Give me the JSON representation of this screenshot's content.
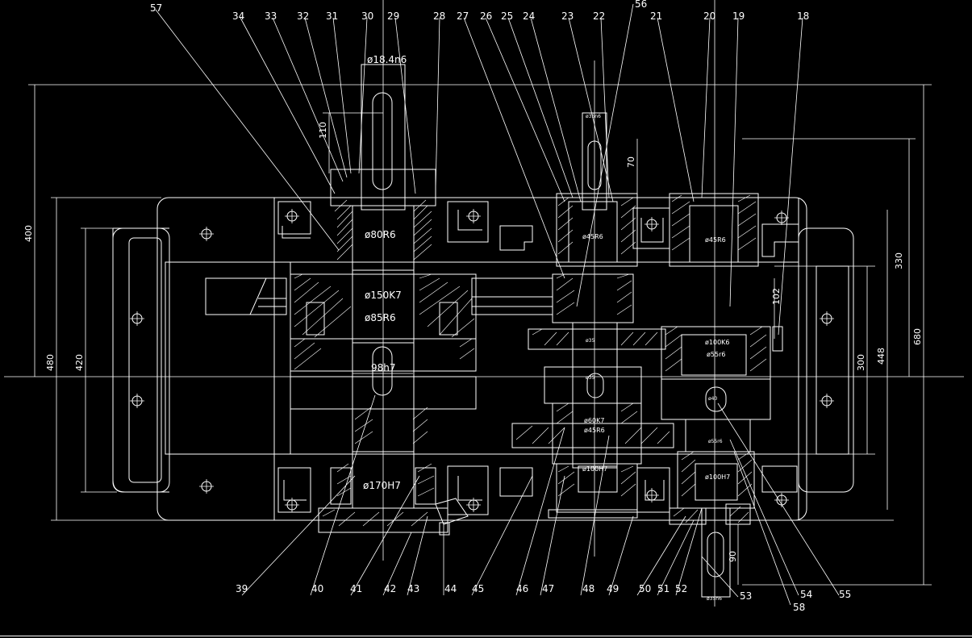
{
  "part_numbers": {
    "n57": "57",
    "n34": "34",
    "n33": "33",
    "n32": "32",
    "n31": "31",
    "n30": "30",
    "n29": "29",
    "n28": "28",
    "n27": "27",
    "n26": "26",
    "n25": "25",
    "n24": "24",
    "n23": "23",
    "n22": "22",
    "n56": "56",
    "n21": "21",
    "n20": "20",
    "n19": "19",
    "n18": "18",
    "n39": "39",
    "n40": "40",
    "n41": "41",
    "n42": "42",
    "n43": "43",
    "n44": "44",
    "n45": "45",
    "n46": "46",
    "n47": "47",
    "n48": "48",
    "n49": "49",
    "n50": "50",
    "n51": "51",
    "n52": "52",
    "n53": "53",
    "n58": "58",
    "n54": "54",
    "n55": "55"
  },
  "fits": {
    "input_shaft": "ø18.4n6",
    "bearing_top": "ø80R6",
    "gear_bore": "ø150K7",
    "shaft_seat": "ø85R6",
    "output_shaft": "98h7",
    "bottom_bore": "ø170H7",
    "mid_shaft_top": "ø35n6",
    "mid_bearing": "ø45R6",
    "right_bearing": "ø45R6",
    "mid_bore": "ø100K6",
    "right_seat": "ø55r6",
    "lower_shaft": "ø55r6",
    "lower_gear": "ø60K7",
    "lower_bearing": "ø45R6",
    "lower_bore_a": "ø100H7",
    "lower_bore_b": "ø100H7",
    "bottom_shaft": "ø35n6",
    "small_a": "ø35",
    "small_b": "ø35",
    "small_c": "ø40"
  },
  "dimensions": {
    "d110": "110",
    "d70": "70",
    "d400": "400",
    "d480": "480",
    "d420": "420",
    "d330": "330",
    "d102": "102",
    "d680": "680",
    "d300": "300",
    "d448": "448",
    "d90": "90"
  },
  "colors": {
    "background": "#000000",
    "lines": "#ffffff"
  }
}
